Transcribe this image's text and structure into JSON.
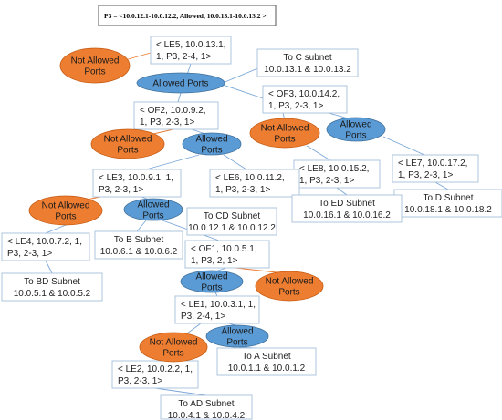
{
  "title": "P3  = <10.0.12.1-10.0.12.2, Allowed, 10.0.13.1-10.0.13.2 >",
  "colors": {
    "allowed": "#5b9bd5",
    "not_allowed": "#ed7d31",
    "box_border": "#aec4dc",
    "title_border": "#555555",
    "line": "#7aa7d8"
  },
  "nodes": {
    "le5": [
      "< LE5, 10.0.13.1,",
      "1, P3, 2-4, 1>"
    ],
    "to_c": [
      "To C subnet",
      "10.0.13.1 & 10.0.13.2"
    ],
    "of3": [
      "< OF3, 10.0.14.2,",
      "1, P3, 2-3, 1>"
    ],
    "of2": [
      "< OF2, 10.0.9.2,",
      "1, P3, 2-3, 1>"
    ],
    "le7": [
      "< LE7, 10.0.17.2,",
      "1, P3, 2-3, 1>"
    ],
    "le8": [
      "< LE8, 10.0.15.2,",
      "1, P3, 2-3, 1>"
    ],
    "le3": [
      "< LE3, 10.0.9.1, 1,",
      "P3, 2-3, 1>"
    ],
    "le6": [
      "< LE6, 10.0.11.2,",
      "1, P3, 2-3, 1>"
    ],
    "to_d": [
      "To D Subnet",
      "10.0.18.1 & 10.0.18.2"
    ],
    "to_ed": [
      "To ED Subnet",
      "10.0.16.1 & 10.0.16.2"
    ],
    "to_cd": [
      "To CD Subnet",
      "10.0.12.1 & 10.0.12.2"
    ],
    "le4": [
      "< LE4, 10.0.7.2, 1,",
      "P3, 2-3, 1>"
    ],
    "to_b": [
      "To B Subnet",
      "10.0.6.1 & 10.0.6.2"
    ],
    "of1": [
      "< OF1, 10.0.5.1,",
      "1, P3, 2, 1>"
    ],
    "to_bd": [
      "To BD Subnet",
      "10.0.5.1 & 10.0.5.2"
    ],
    "le1": [
      "< LE1, 10.0.3.1, 1,",
      "P3, 2-4, 1>"
    ],
    "to_a": [
      "To A Subnet",
      "10.0.1.1 & 10.0.1.2"
    ],
    "le2": [
      "< LE2, 10.0.2.2, 1,",
      "P3, 2-3, 1>"
    ],
    "to_ad": [
      "To AD Subnet",
      "10.0.4.1 & 10.0.4.2"
    ]
  },
  "ovals": {
    "na1": [
      "Not Allowed",
      "Ports"
    ],
    "a1": [
      "Allowed Ports"
    ],
    "na2": [
      "Not Allowed",
      "Ports"
    ],
    "a2": [
      "Allowed",
      "Ports"
    ],
    "na3": [
      "Not Allowed",
      "Ports"
    ],
    "a3": [
      "Allowed",
      "Ports"
    ],
    "na4": [
      "Not Allowed",
      "Ports"
    ],
    "a4": [
      "Allowed",
      "Ports"
    ],
    "a5": [
      "Allowed",
      "Ports"
    ],
    "na5": [
      "Not Allowed",
      "Ports"
    ],
    "na6": [
      "Not Allowed",
      "Ports"
    ],
    "a6": [
      "Allowed",
      "Ports"
    ]
  }
}
